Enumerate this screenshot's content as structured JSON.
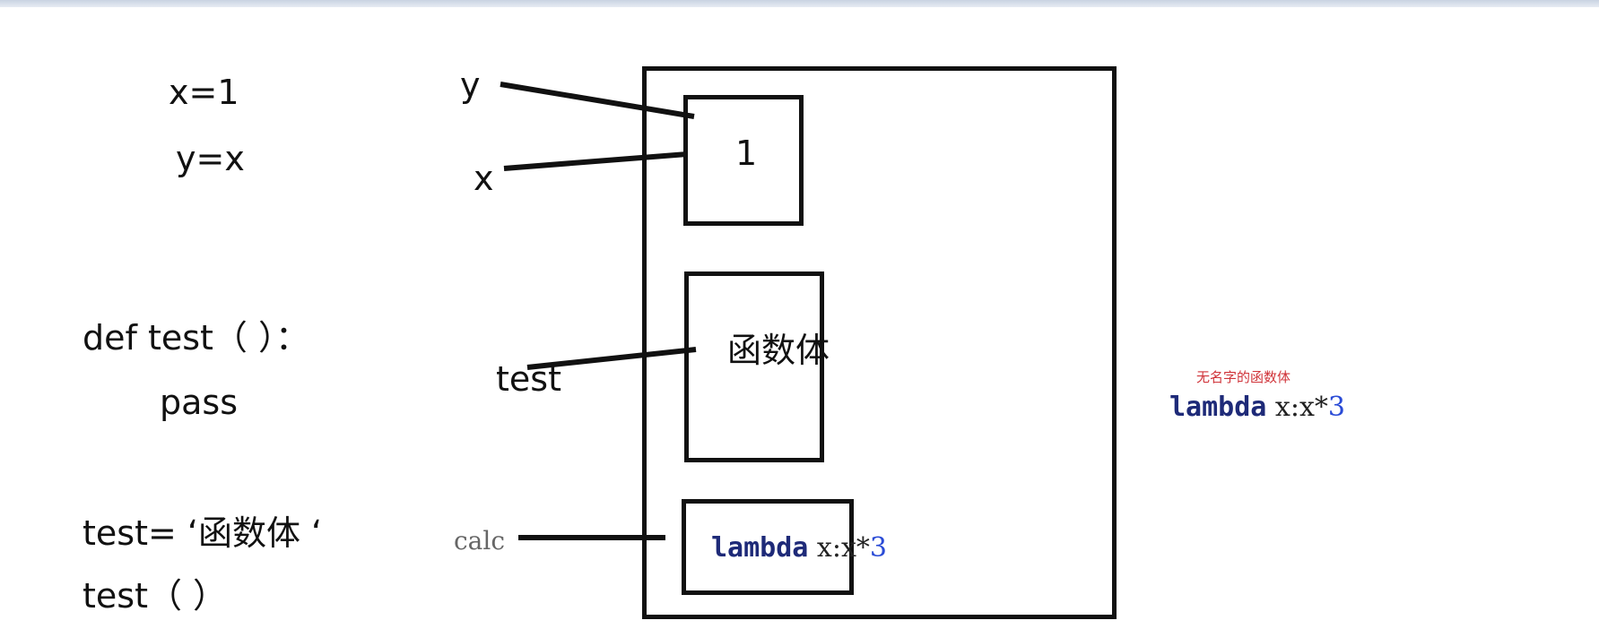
{
  "code": {
    "line1": "x=1",
    "line2": "y=x",
    "line3": "def test（ ）：",
    "line4": "pass",
    "line5": "test= ‘函数体 ‘",
    "line6": "test（ ）"
  },
  "labels": {
    "y": "y",
    "x": "x",
    "test": "test",
    "calc": "calc"
  },
  "memory": {
    "value_box": "1",
    "func_box": "函数体",
    "lambda_box": {
      "keyword": "lambda",
      "body": " x:x*",
      "number": "3"
    }
  },
  "annotation": {
    "note": "无名字的函数体",
    "keyword": "lambda",
    "body": " x:x*",
    "number": "3"
  },
  "colors": {
    "keyword": "#1e2a78",
    "number": "#2a4bd6",
    "note": "#d0343a"
  }
}
